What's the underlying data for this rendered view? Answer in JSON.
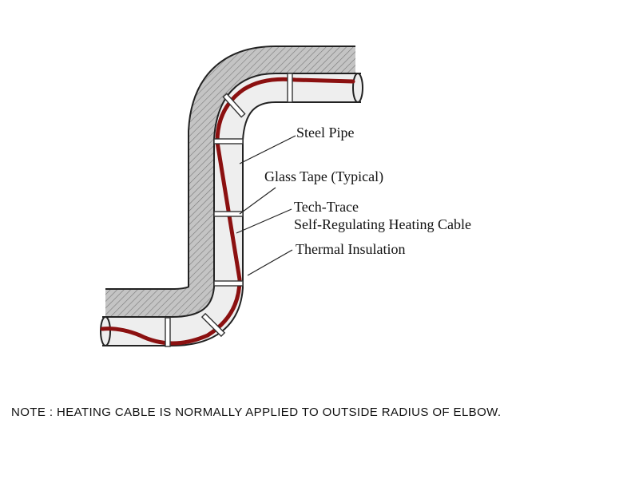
{
  "labels": {
    "steel_pipe": "Steel Pipe",
    "glass_tape": "Glass Tape (Typical)",
    "heating_cable_line1": "Tech-Trace",
    "heating_cable_line2": "Self-Regulating Heating Cable",
    "thermal_insulation": "Thermal Insulation"
  },
  "note": "NOTE : HEATING CABLE IS NORMALLY APPLIED TO OUTSIDE RADIUS OF ELBOW.",
  "colors": {
    "heating_cable": "#8b1010",
    "insulation_fill": "#c8c8c8",
    "pipe_fill": "#eeeeee",
    "outline": "#222222"
  }
}
